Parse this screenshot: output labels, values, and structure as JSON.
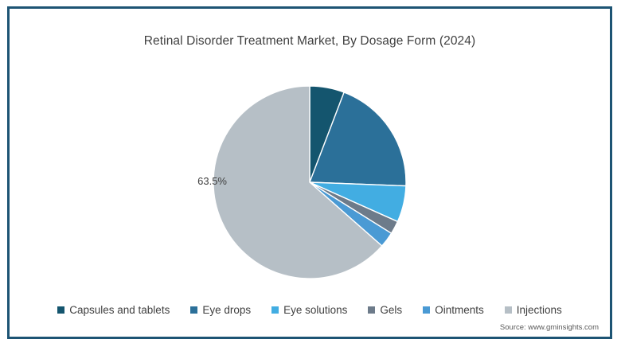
{
  "figure": {
    "border_color": "#1d5474",
    "background": "#ffffff"
  },
  "chart_data": {
    "type": "pie",
    "title": "Retinal Disorder Treatment Market, By Dosage Form (2024)",
    "xlabel": "",
    "ylabel": "",
    "legend_position": "bottom",
    "grid": false,
    "unit": "%",
    "start_angle_deg": 0,
    "direction": "clockwise",
    "categories": [
      "Capsules and tablets",
      "Eye drops",
      "Eye solutions",
      "Gels",
      "Ointments",
      "Injections"
    ],
    "values": [
      5.8,
      19.8,
      6.1,
      2.2,
      2.6,
      63.5
    ],
    "colors": [
      "#14556e",
      "#2b7099",
      "#42ade2",
      "#6d7b8a",
      "#4a9ad4",
      "#b6bfc6"
    ],
    "slice_separator_color": "#ffffff",
    "labels": [
      {
        "category": "Injections",
        "text": "63.5%",
        "value": 63.5,
        "position": "outside-left"
      }
    ]
  },
  "legend": {
    "items": [
      {
        "label": "Capsules and tablets",
        "color": "#14556e"
      },
      {
        "label": "Eye drops",
        "color": "#2b7099"
      },
      {
        "label": "Eye solutions",
        "color": "#42ade2"
      },
      {
        "label": "Gels",
        "color": "#6d7b8a"
      },
      {
        "label": "Ointments",
        "color": "#4a9ad4"
      },
      {
        "label": "Injections",
        "color": "#b6bfc6"
      }
    ]
  },
  "source": {
    "text": "Source: www.gminsights.com"
  }
}
